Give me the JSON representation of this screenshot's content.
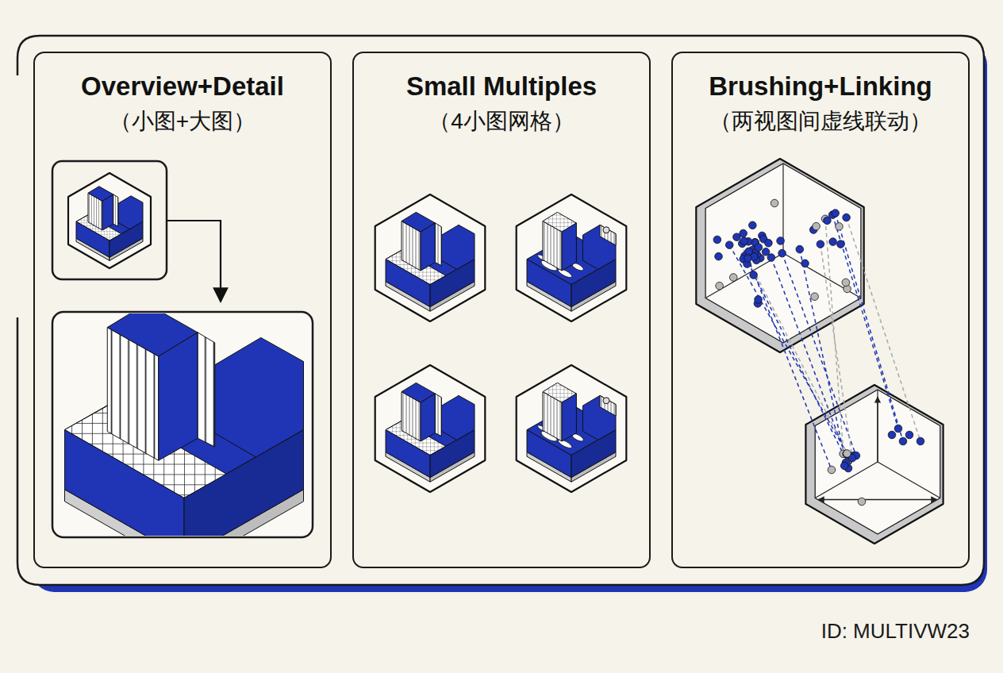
{
  "diagram": {
    "nodes": [
      {
        "text": [
          "Overview+Detail",
          "（小图+大图）"
        ]
      },
      {
        "text": [
          "Small Multiples",
          "（4小图网格）"
        ]
      },
      {
        "text": [
          "Brushing+Linking",
          "（两视图间虚线联动）"
        ]
      }
    ],
    "labels": [
      "ID: MULTIVW23"
    ]
  }
}
